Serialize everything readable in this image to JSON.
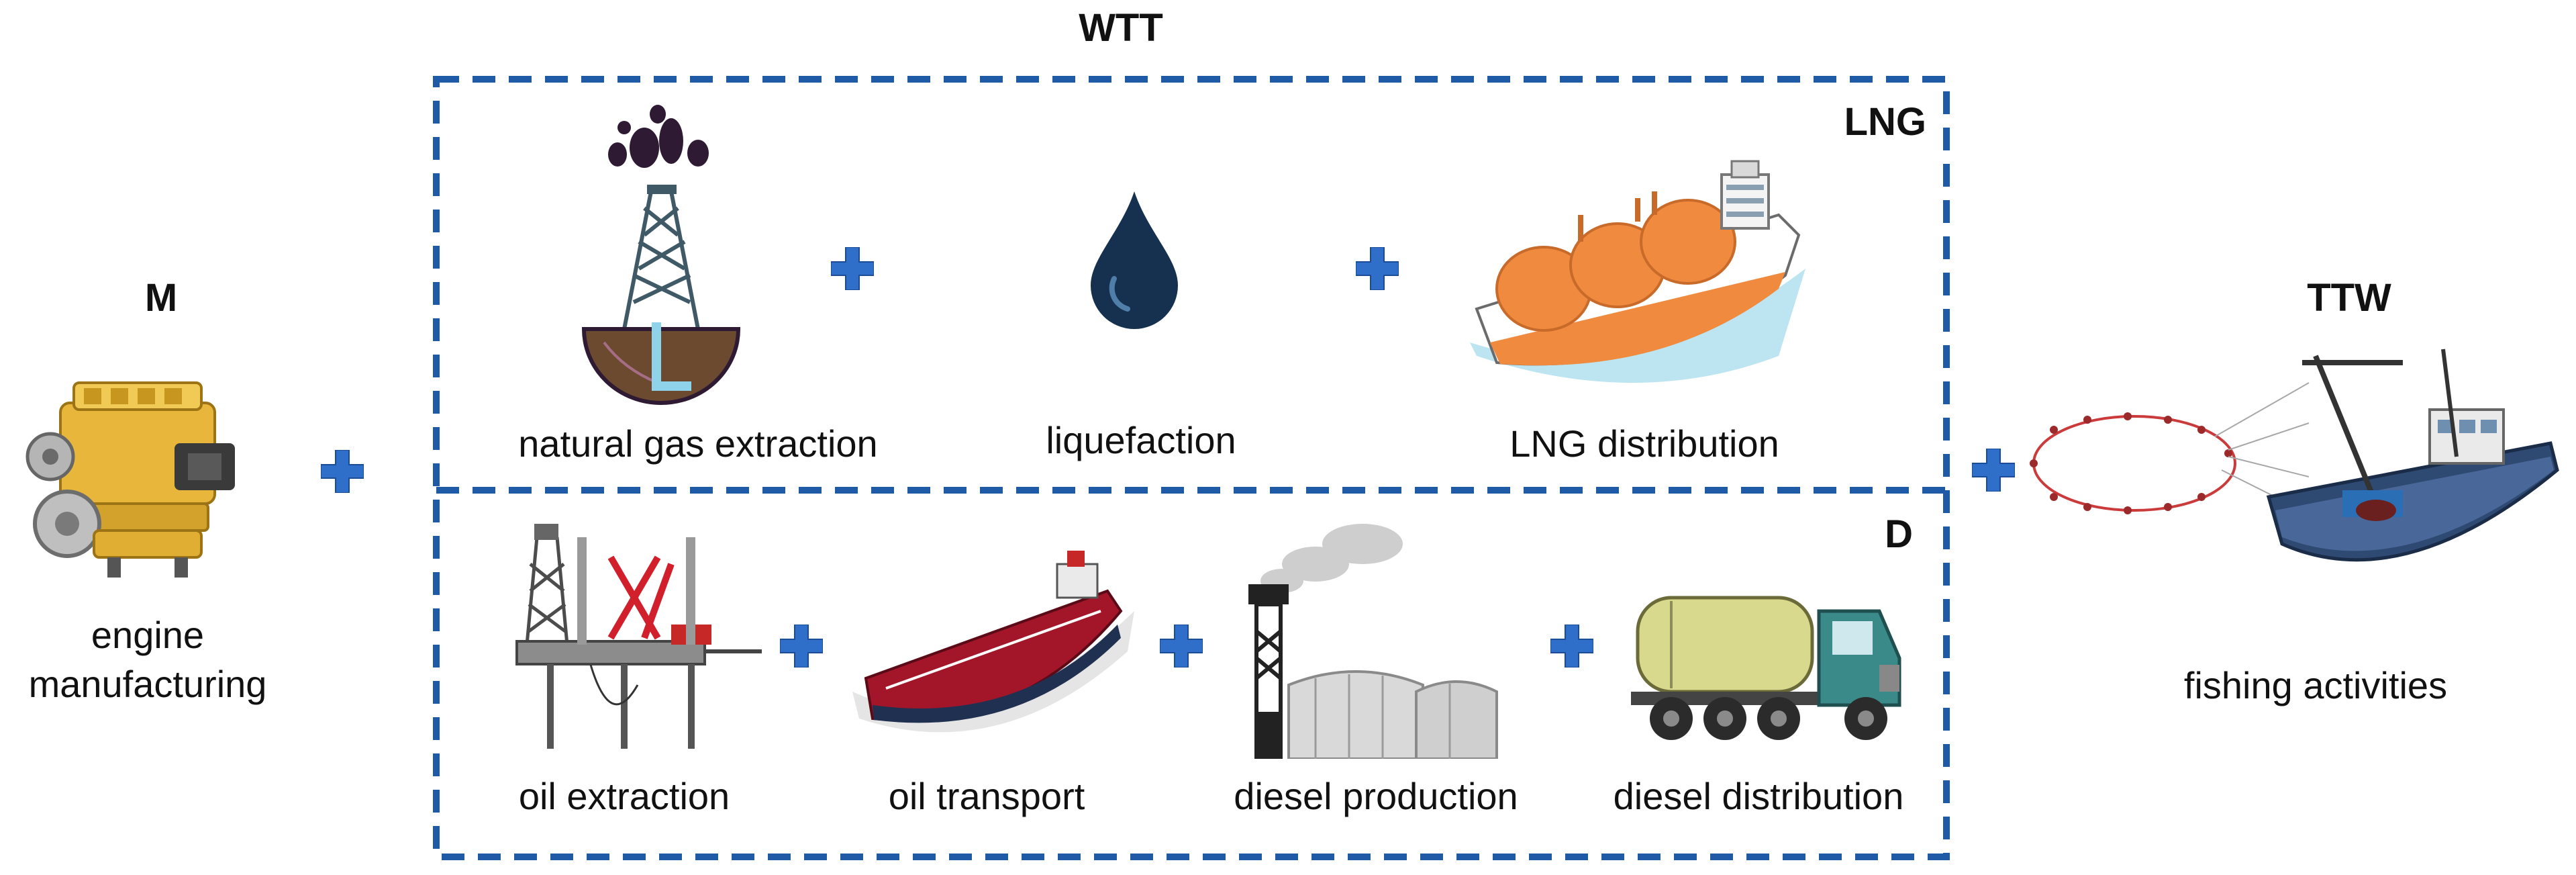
{
  "wtt": {
    "title": "WTT"
  },
  "lng": {
    "label": "LNG",
    "steps": [
      "natural gas extraction",
      "liquefaction",
      "LNG distribution"
    ]
  },
  "diesel": {
    "label": "D",
    "steps": [
      "oil extraction",
      "oil transport",
      "diesel production",
      "diesel distribution"
    ]
  },
  "manufacturing": {
    "title": "M",
    "line1": "engine",
    "line2": "manufacturing"
  },
  "ttw": {
    "title": "TTW",
    "label": "fishing activities"
  },
  "colors": {
    "frame": "#1f5aa6",
    "plus": "#2f6fc9",
    "tank_orange": "#f08a3e",
    "hull_red": "#a3162a",
    "hull_navy": "#1f3050",
    "drop": "#15314f"
  }
}
